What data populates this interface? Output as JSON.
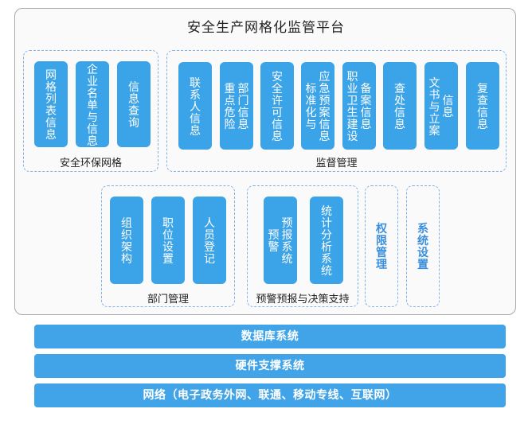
{
  "title": "安全生产网格化监管平台",
  "groups": {
    "env_grid": {
      "label": "安全环保网格",
      "modules": [
        {
          "cols": [
            "网格列表信息"
          ]
        },
        {
          "cols": [
            "企业名单与信息"
          ]
        },
        {
          "cols": [
            "信息查询"
          ]
        }
      ]
    },
    "supervision": {
      "label": "监督管理",
      "modules": [
        {
          "cols": [
            "联系人信息"
          ]
        },
        {
          "cols": [
            "部门信息",
            "重点危险"
          ]
        },
        {
          "cols": [
            "安全许可信息"
          ]
        },
        {
          "cols": [
            "应急预案信息",
            "标准化与"
          ]
        },
        {
          "cols": [
            "备案信息",
            "职业卫生建设"
          ]
        },
        {
          "cols": [
            "查处信息"
          ]
        },
        {
          "cols": [
            "信息",
            "文书与立案"
          ]
        },
        {
          "cols": [
            "复查信息"
          ]
        }
      ]
    },
    "department": {
      "label": "部门管理",
      "modules": [
        {
          "cols": [
            "组织架构"
          ]
        },
        {
          "cols": [
            "职位设置"
          ]
        },
        {
          "cols": [
            "人员登记"
          ]
        }
      ]
    },
    "warning": {
      "label": "预警预报与决策支持",
      "modules": [
        {
          "cols": [
            "预报系统",
            "预警"
          ]
        },
        {
          "cols": [
            "统计分析系统"
          ]
        }
      ]
    },
    "permission": {
      "label": "权限管理"
    },
    "system": {
      "label": "系统设置"
    }
  },
  "bars": {
    "database": "数据库系统",
    "hardware": "硬件支撑系统",
    "network": "网络（电子政务外网、联通、移动专线、互联网）"
  },
  "colors": {
    "module": "#3ba3e8",
    "bar": "#42a4e8",
    "dashed": "#7fb2e8",
    "vertical_label": "#3a8fdc"
  }
}
